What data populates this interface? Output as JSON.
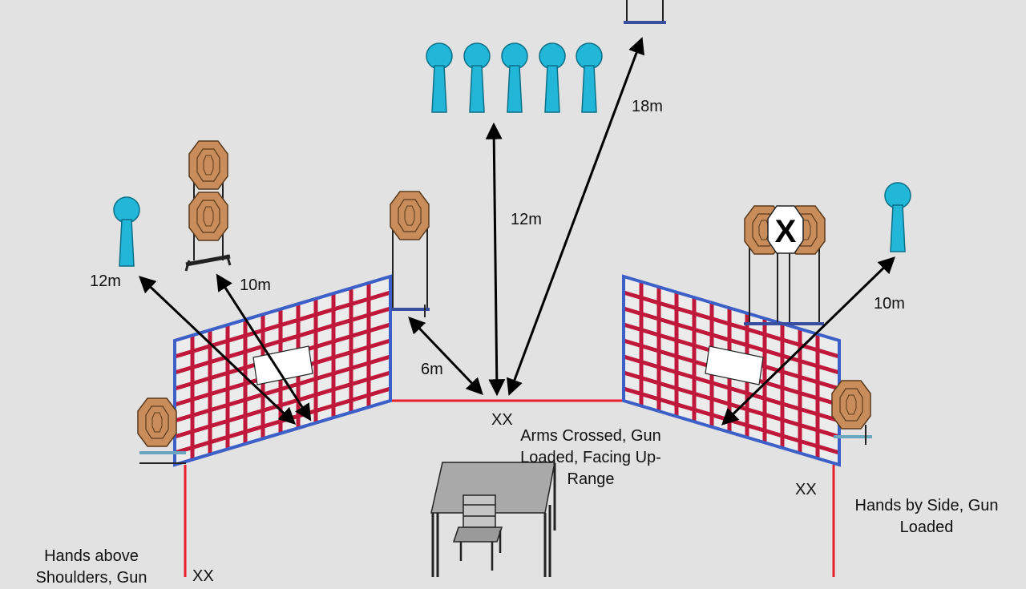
{
  "distances": {
    "left_popper": "12m",
    "left_stack": "10m",
    "center_paper": "6m",
    "center_poppers": "12m",
    "far_right": "18m",
    "right_popper": "10m"
  },
  "start_marks": {
    "center": "XX",
    "right": "XX",
    "left": "XX"
  },
  "start_notes": {
    "center": [
      "Arms Crossed, Gun",
      "Loaded, Facing Up-",
      "Range"
    ],
    "right": [
      "Hands by Side, Gun",
      "Loaded"
    ],
    "left": [
      "Hands above",
      "Shoulders, Gun"
    ]
  },
  "no_shoot_symbol": "X",
  "colors": {
    "background": "#e2e2e2",
    "popper": "#22b6d8",
    "paper_target": "#c88d5a",
    "fault_line": "#e8202c",
    "wall_grid": "#c0183a",
    "wall_frame": "#3d5fc8",
    "arrow": "#000000"
  }
}
